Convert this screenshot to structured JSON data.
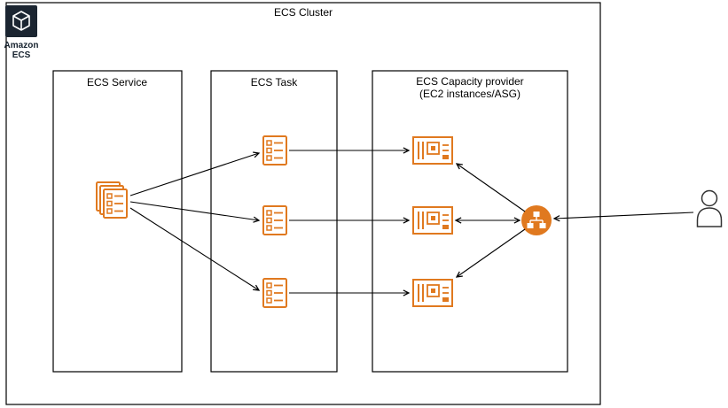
{
  "diagram": {
    "cluster_label": "ECS Cluster",
    "amazon_ecs": {
      "line1": "Amazon",
      "line2": "ECS"
    },
    "service_box": {
      "label": "ECS Service"
    },
    "task_box": {
      "label": "ECS Task"
    },
    "capacity_box": {
      "label_line1": "ECS Capacity provider",
      "label_line2": "(EC2 instances/ASG)"
    },
    "colors": {
      "accent_orange": "#E0791F",
      "dark_navy": "#1B2531",
      "line_black": "#000000",
      "background": "#FFFFFF"
    },
    "icons": {
      "logo": "amazon-ecs-logo-icon",
      "service": "task-definition-stack-icon",
      "tasks": [
        "task-list-icon",
        "task-list-icon",
        "task-list-icon"
      ],
      "instances": [
        "ec2-instance-icon",
        "ec2-instance-icon",
        "ec2-instance-icon"
      ],
      "asg": "auto-scaling-group-icon",
      "user": "user-icon"
    }
  }
}
